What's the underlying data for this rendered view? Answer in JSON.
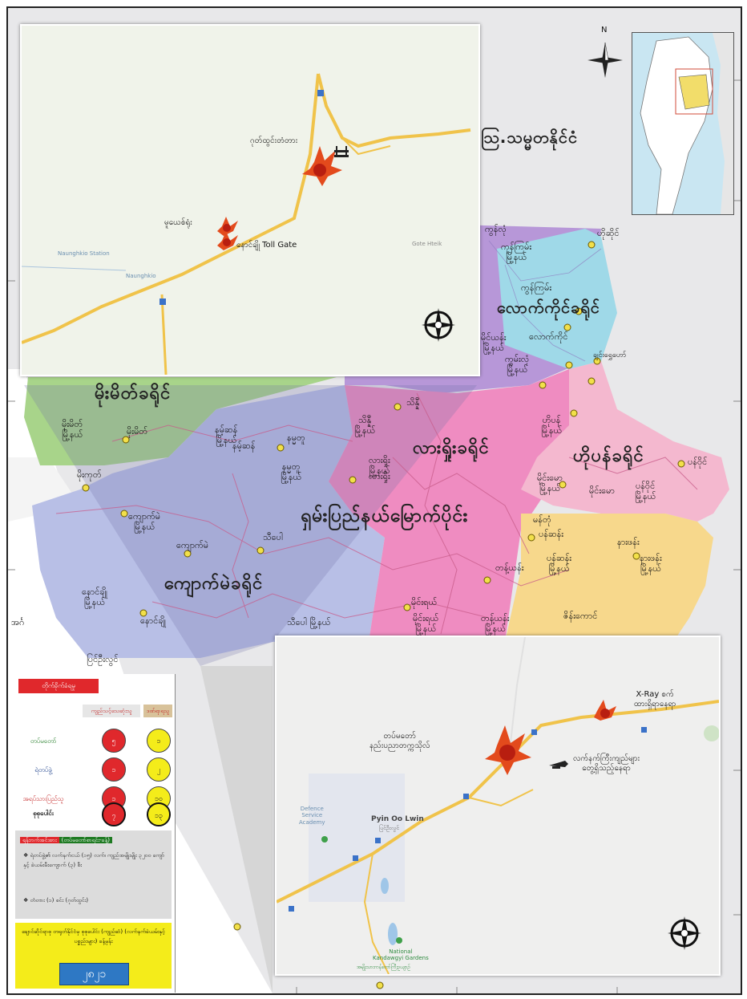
{
  "regions": {
    "mandalay": "သြ.သမ္မတနိုင်ငံ",
    "laukkaing": "လောက်ကိုင်ခရိုင်",
    "mongmit": "မိုးမိတ်ခရိုင်",
    "lashio": "လားရှိုးခရိုင်",
    "hopang": "ဟိုပန်ခရိုင်",
    "north_shan": "ရှမ်းပြည်နယ်မြောက်ပိုင်း",
    "kyaukme": "ကျောက်မဲခရိုင်"
  },
  "towns": [
    {
      "name": "ကွန်လုံ"
    },
    {
      "name": "ကုန်ကြမ်း\nမြို့နယ်"
    },
    {
      "name": "ကွန်ကြမ်း"
    },
    {
      "name": "ဟိုဆိုင်"
    },
    {
      "name": "လောက်ကိုင်"
    },
    {
      "name": "ကွမ်းလုံ\nမြို့နယ်"
    },
    {
      "name": "ချင်းရွှေဟော်"
    },
    {
      "name": "မိုင်ယန်း\nမြို့နယ်"
    },
    {
      "name": "သိန္နီ"
    },
    {
      "name": "သိန္နီ\nမြို့နယ်"
    },
    {
      "name": "မိုးမိတ်\nမြို့နယ်"
    },
    {
      "name": "မိုးမိတ်"
    },
    {
      "name": "မိုးကုတ်"
    },
    {
      "name": "နမ့်ဆန်\nမြို့နယ်"
    },
    {
      "name": "နမ့်ဆန်"
    },
    {
      "name": "နမ္မတူ\nမြို့နယ်"
    },
    {
      "name": "နမ္မတူ"
    },
    {
      "name": "ကျောက်မဲ\nမြို့နယ်"
    },
    {
      "name": "ကျောက်မဲ"
    },
    {
      "name": "နောင်ချို\nမြို့နယ်"
    },
    {
      "name": "နောင်ချို"
    },
    {
      "name": "သီပေါ"
    },
    {
      "name": "သီပေါ\nမြို့နယ်"
    },
    {
      "name": "လားရှိုး\nမြို့နယ်"
    },
    {
      "name": "လားရှိုး"
    },
    {
      "name": "တန့်ယန်း"
    },
    {
      "name": "မိုင်းရယ်"
    },
    {
      "name": "မိုင်းရယ်\nမြို့နယ်"
    },
    {
      "name": "တန့်ယန်း\nမြို့နယ်"
    },
    {
      "name": "ဟိုပန်\nမြို့နယ်"
    },
    {
      "name": "မိုင်းမော\nမြို့နယ်"
    },
    {
      "name": "မိုင်းမော"
    },
    {
      "name": "ပန်ဝိုင်\nမြို့နယ်"
    },
    {
      "name": "ပန်ဝိုင်"
    },
    {
      "name": "ပန်ဆန်း\nမြို့နယ်"
    },
    {
      "name": "နားဖန်း\nမြို့နယ်"
    },
    {
      "name": "နားဖန်း"
    },
    {
      "name": "ပန်ဆန်း"
    },
    {
      "name": "မန်တုံ"
    },
    {
      "name": "ဇိန်းကောင်"
    },
    {
      "name": "ပြင်ဦးလွင်"
    },
    {
      "name": "အင်္ဂ"
    }
  ],
  "inset_top": {
    "labels": {
      "gokteik": "ဂုတ်ထွင်းတံတား",
      "pump": "မူယေစ်ရုံး",
      "toll": "နောင်ချို Toll Gate",
      "station": "Naunghkio Station",
      "township": "Naunghkio",
      "gokteik_en": "Gote Hteik"
    }
  },
  "inset_bottom": {
    "labels": {
      "xray": "X-Ray စက်\nထားရှိရာနေရာ",
      "academy": "တပ်မတော်\nနည်းပညာတက္ကသိုလ်",
      "planes": "လက်နက်ကြီးကျည်များ\nတွေ့ရှိသည့်နေရာ",
      "pyinoolwin": "Pyin Oo Lwin",
      "pyinoolwin_mm": "ပြင်ဦးလွင်",
      "dsa": "Defence\nService\nAcademy",
      "gardens": "National\nKandawgyi Gardens",
      "gardens_mm": "အမျိုးသားကန်တော်ကြီးဥယျာဉ်"
    }
  },
  "compass": {
    "north": "N"
  },
  "legend": {
    "title": "တိုက်ခိုက်ခံရမှု",
    "col1": "ကျည်သင့်သေဆုံးသူ",
    "col2": "ဒဏ်ရာရသူ",
    "rows": [
      {
        "name": "တပ်မတော်",
        "dead": "၅",
        "injured": "၁"
      },
      {
        "name": "ရဲတပ်ဖွဲ့",
        "dead": "၁",
        "injured": "၂"
      },
      {
        "name": "အရပ်သားပြည်သူ",
        "dead": "၁",
        "injured": "၁၀"
      },
      {
        "name": "စုစုပေါင်း",
        "dead": "၇",
        "injured": "၁၃"
      }
    ],
    "note_header_red": "ရန်ဘက်အင်အား",
    "note_header_green": "(တပ်မတော်စာရင်း-ခန့်)",
    "notes": [
      "❖ ရဲတပ်ဖွဲ့၏ လက်နက်ငယ် (၁၅) လက်၊ ကျည်အမျိုးမျိုး ၃၂၀၀ ကျော်နှင့် ခဲယမ်းမီးကျောက် (၃) စီး",
      "❖ တံတား (၁) စင်း (ဂုတ်ထွင်း)"
    ],
    "yellow_text": "ချောင်ဆိုင်ရာစု တရုတ်နိုင်ငံမှ စုစုပေါင်း (ကျည်ဆံ) (လက်နက်ခဲယမ်းနှင့် ပစ္စည်းများ) ခန့်မှန်း",
    "date": "၂၈၂၁"
  },
  "colors": {
    "mongmit": "#a8d48a",
    "laukkaing": "#9fd9e8",
    "kyaukme": "#b8bfe6",
    "lashio": "#ef8cc1",
    "hopang": "#f4b8cf",
    "purple": "#b797d8",
    "yellow": "#f7d88c",
    "road": "#f0c34a",
    "red": "#e0282c",
    "blue_date": "#2e78c4"
  }
}
